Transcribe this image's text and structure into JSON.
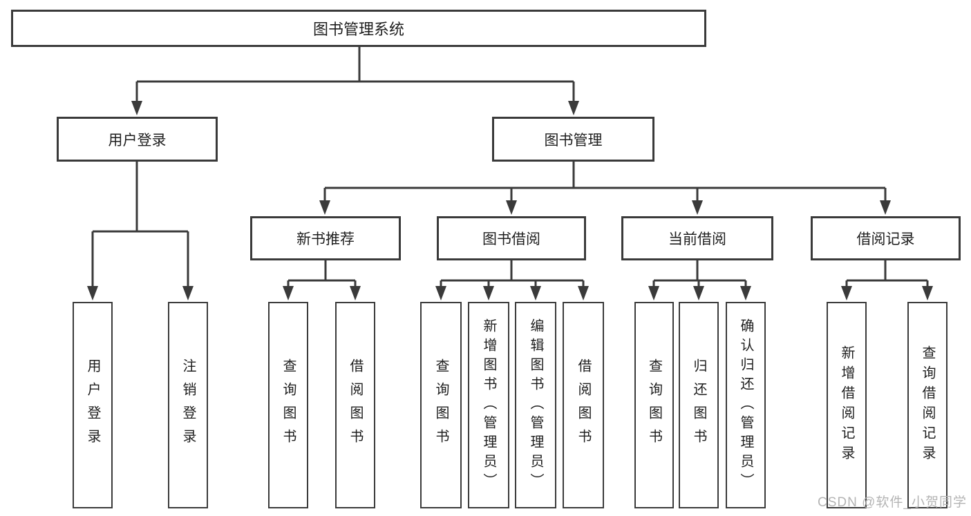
{
  "diagram_title": "图书管理系统",
  "nodes": {
    "root": {
      "label": "图书管理系统"
    },
    "user_login": {
      "label": "用户登录"
    },
    "book_management": {
      "label": "图书管理"
    },
    "new_book_recommend": {
      "label": "新书推荐"
    },
    "book_borrow": {
      "label": "图书借阅"
    },
    "current_borrow": {
      "label": "当前借阅"
    },
    "borrow_records": {
      "label": "借阅记录"
    },
    "login": {
      "label": "用户登录"
    },
    "logout": {
      "label": "注销登录"
    },
    "rec_query_books": {
      "label": "查询图书"
    },
    "rec_borrow_books": {
      "label": "借阅图书"
    },
    "borrow_query_books": {
      "label": "查询图书"
    },
    "borrow_add_books": {
      "label": "新增图书（管理员）"
    },
    "borrow_edit_books": {
      "label": "编辑图书（管理员）"
    },
    "borrow_borrow_books": {
      "label": "借阅图书"
    },
    "current_query_books": {
      "label": "查询图书"
    },
    "current_return_books": {
      "label": "归还图书"
    },
    "current_confirm_return": {
      "label": "确认归还（管理员）"
    },
    "records_add": {
      "label": "新增借阅记录"
    },
    "records_query": {
      "label": "查询借阅记录"
    }
  },
  "edges": [
    [
      "root",
      "user_login"
    ],
    [
      "root",
      "book_management"
    ],
    [
      "user_login",
      "login"
    ],
    [
      "user_login",
      "logout"
    ],
    [
      "book_management",
      "new_book_recommend"
    ],
    [
      "book_management",
      "book_borrow"
    ],
    [
      "book_management",
      "current_borrow"
    ],
    [
      "book_management",
      "borrow_records"
    ],
    [
      "new_book_recommend",
      "rec_query_books"
    ],
    [
      "new_book_recommend",
      "rec_borrow_books"
    ],
    [
      "book_borrow",
      "borrow_query_books"
    ],
    [
      "book_borrow",
      "borrow_add_books"
    ],
    [
      "book_borrow",
      "borrow_edit_books"
    ],
    [
      "book_borrow",
      "borrow_borrow_books"
    ],
    [
      "current_borrow",
      "current_query_books"
    ],
    [
      "current_borrow",
      "current_return_books"
    ],
    [
      "current_borrow",
      "current_confirm_return"
    ],
    [
      "borrow_records",
      "records_add"
    ],
    [
      "borrow_records",
      "records_query"
    ]
  ],
  "watermark": "CSDN @软件_小贺同学",
  "colors": {
    "line": "#3a3a3a",
    "text": "#1e1e1e",
    "watermark": "#b4b4b4",
    "background": "#ffffff"
  }
}
